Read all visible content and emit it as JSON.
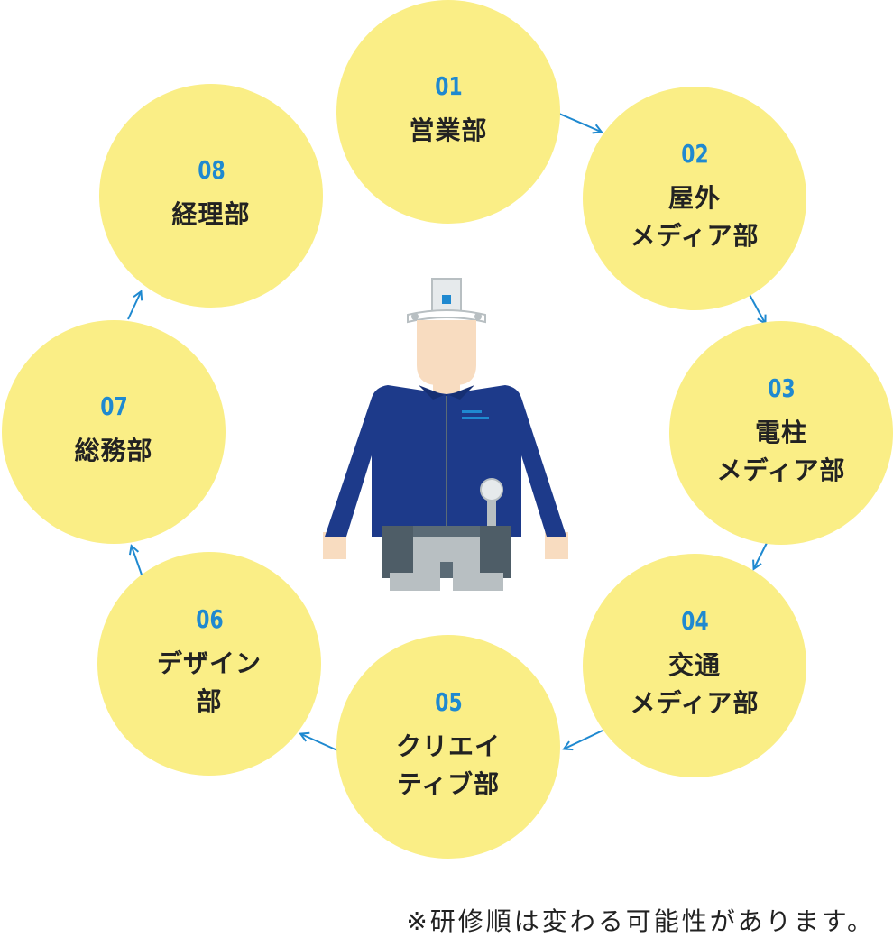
{
  "colors": {
    "circle_fill": "#faee86",
    "accent_blue": "#1f89d0",
    "text_dark": "#222222",
    "jacket": "#1d3a8a",
    "skin": "#f8dcc0",
    "belt": "#5b6b76",
    "pants": "#b8bfc2"
  },
  "departments": [
    {
      "number": "01",
      "name": "営業部"
    },
    {
      "number": "02",
      "name": "屋外\nメディア部"
    },
    {
      "number": "03",
      "name": "電柱\nメディア部"
    },
    {
      "number": "04",
      "name": "交通\nメディア部"
    },
    {
      "number": "05",
      "name": "クリエイ\nティブ部"
    },
    {
      "number": "06",
      "name": "デザイン\n部"
    },
    {
      "number": "07",
      "name": "総務部"
    },
    {
      "number": "08",
      "name": "経理部"
    }
  ],
  "footnote": "※研修順は変わる可能性があります。"
}
